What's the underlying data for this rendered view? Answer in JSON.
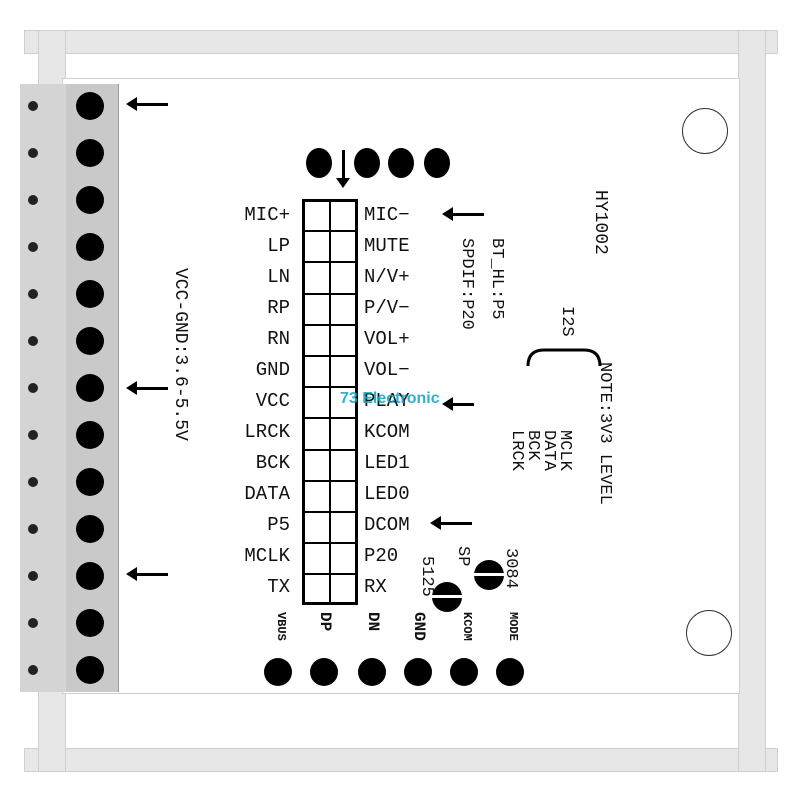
{
  "board": {
    "model": "HY1002",
    "bt_hl": "BT_HL:P5",
    "spdif": "SPDIF:P20",
    "vcc_range": "VCC-GND:3.6-5.5V",
    "note": "NOTE:3V3 LEVEL",
    "i2s_title": "I2S",
    "i2s_signals": [
      "MCLK",
      "DATA",
      "BCK",
      "LRCK"
    ],
    "watermark": "73 Electronic"
  },
  "pins_left": [
    "MIC+",
    "LP",
    "LN",
    "RP",
    "RN",
    "GND",
    "VCC",
    "LRCK",
    "BCK",
    "DATA",
    "P5",
    "MCLK",
    "TX"
  ],
  "pins_right": [
    "MIC−",
    "MUTE",
    "N/V+",
    "P/V−",
    "VOL+",
    "VOL−",
    "PLAY",
    "KCOM",
    "LED1",
    "LED0",
    "DCOM",
    "P20",
    "RX"
  ],
  "bottom_pads": [
    "VBUS",
    "DP",
    "DN",
    "GND",
    "KCOM",
    "MODE"
  ],
  "jumpers": {
    "sp": "SP",
    "sp_val": "5125",
    "mode_val": "3084"
  }
}
